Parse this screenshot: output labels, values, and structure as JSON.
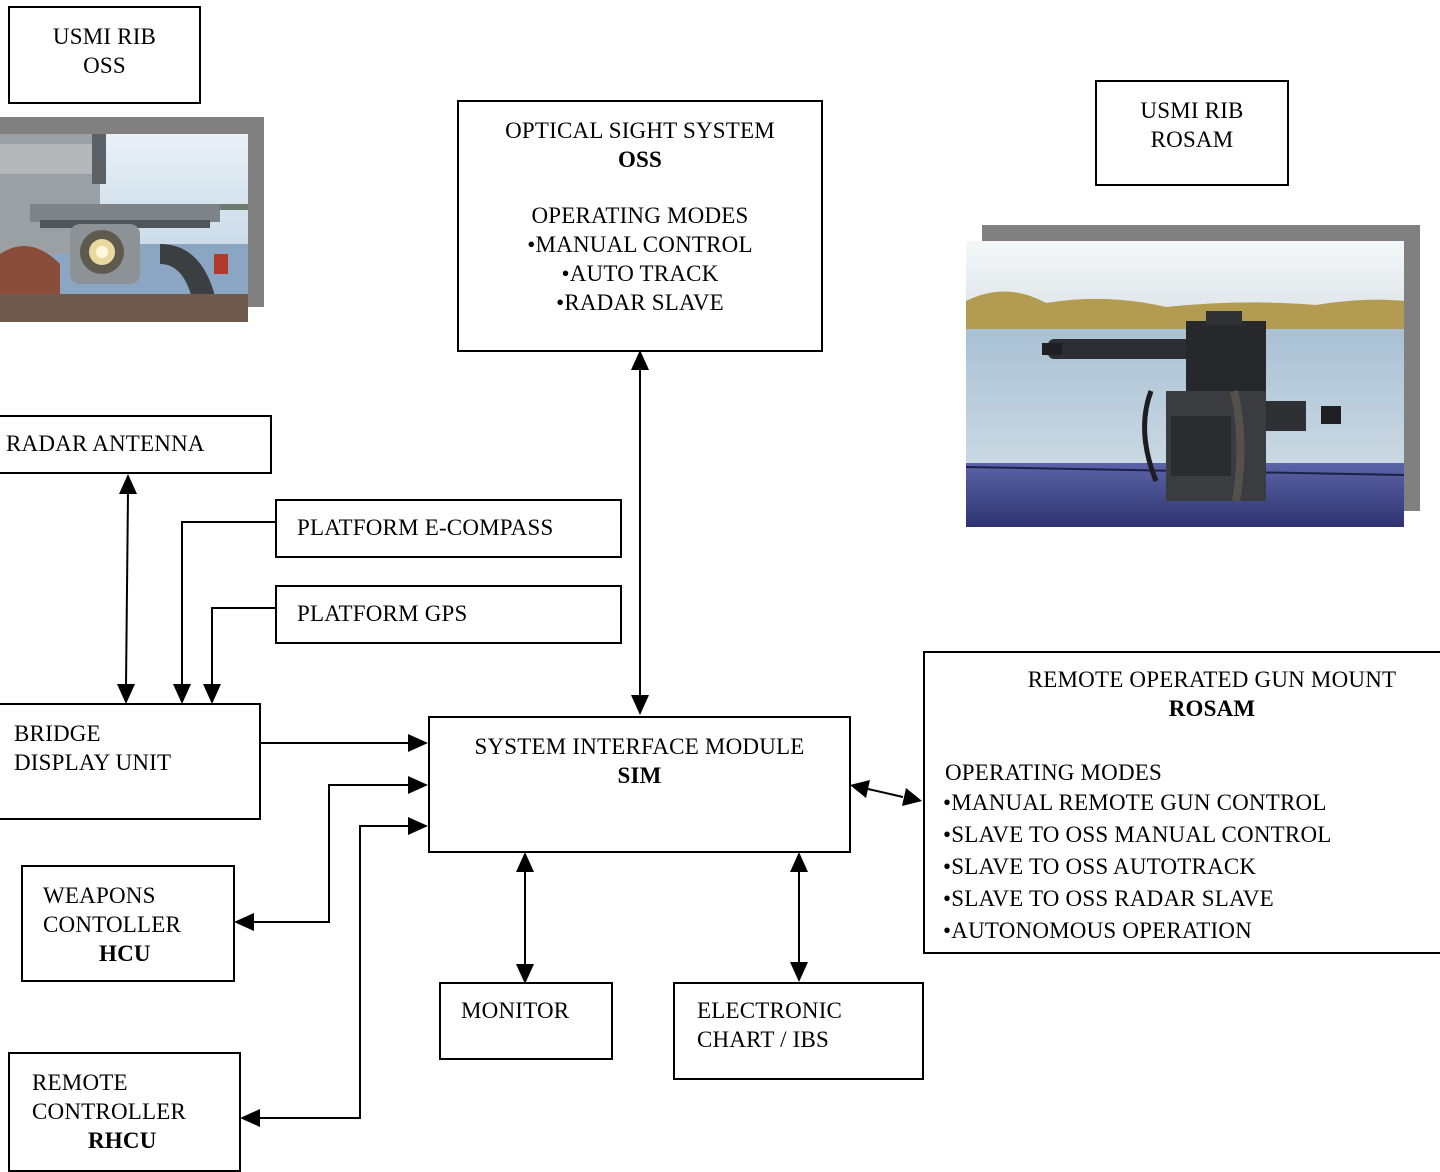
{
  "usmi_oss": {
    "line1": "USMI RIB",
    "line2": "OSS"
  },
  "usmi_rosam": {
    "line1": "USMI RIB",
    "line2": "ROSAM"
  },
  "oss": {
    "title": "OPTICAL SIGHT SYSTEM",
    "abbr": "OSS",
    "modes_heading": "OPERATING MODES",
    "modes": [
      "MANUAL CONTROL",
      "AUTO TRACK",
      "RADAR SLAVE"
    ]
  },
  "radar_antenna": {
    "label": "RADAR ANTENNA"
  },
  "e_compass": {
    "label": "PLATFORM E-COMPASS"
  },
  "gps": {
    "label": "PLATFORM GPS"
  },
  "bridge": {
    "line1": "BRIDGE",
    "line2": "DISPLAY UNIT"
  },
  "sim": {
    "title": "SYSTEM INTERFACE MODULE",
    "abbr": "SIM"
  },
  "rosam": {
    "title": "REMOTE OPERATED GUN MOUNT",
    "abbr": "ROSAM",
    "modes_heading": "OPERATING MODES",
    "modes": [
      "MANUAL REMOTE GUN CONTROL",
      "SLAVE TO OSS MANUAL CONTROL",
      "SLAVE TO OSS AUTOTRACK",
      "SLAVE TO OSS RADAR SLAVE",
      "AUTONOMOUS OPERATION"
    ]
  },
  "weapons": {
    "line1": "WEAPONS",
    "line2": "CONTOLLER",
    "abbr": "HCU"
  },
  "remote": {
    "line1": "REMOTE",
    "line2": "CONTROLLER",
    "abbr": "RHCU"
  },
  "monitor": {
    "label": "MONITOR"
  },
  "chart": {
    "line1": "ELECTRONIC",
    "line2": "CHART  / IBS"
  }
}
